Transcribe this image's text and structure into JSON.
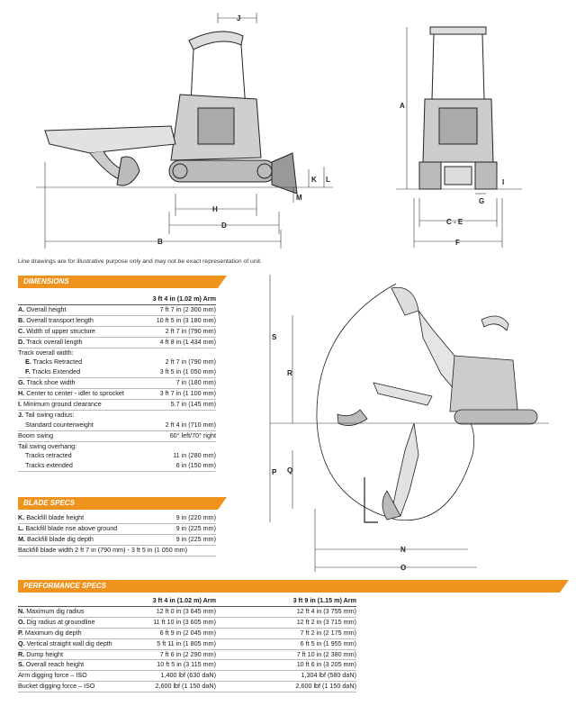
{
  "diagram_labels": {
    "side": [
      "J",
      "K",
      "L",
      "M",
      "H",
      "D",
      "B"
    ],
    "front": [
      "A",
      "I",
      "G",
      "C - E",
      "F"
    ],
    "reach": [
      "S",
      "R",
      "P",
      "Q",
      "N",
      "O"
    ]
  },
  "caption": "Line drawings are for illustrative purpose only and may not be exact representation of unit.",
  "dimensions": {
    "title": "DIMENSIONS",
    "column": "3 ft 4 in (1.02 m) Arm",
    "rows": [
      {
        "key": "A.",
        "label": "Overall height",
        "value": "7 ft 7 in (2 300 mm)"
      },
      {
        "key": "B.",
        "label": "Overall transport length",
        "value": "10 ft 5 in (3 180 mm)"
      },
      {
        "key": "C.",
        "label": "Width of upper structure",
        "value": "2 ft 7 in (790 mm)"
      },
      {
        "key": "D.",
        "label": "Track overall length",
        "value": "4 ft 8 in (1 434 mm)"
      },
      {
        "key": "",
        "label": "Track overall width:",
        "value": "",
        "plain": true
      },
      {
        "key": "E.",
        "label": "Tracks Retracted",
        "value": "2 ft 7 in (790 mm)",
        "indent": true,
        "plain": true
      },
      {
        "key": "F.",
        "label": "Tracks Extended",
        "value": "3 ft 5 in (1 050 mm)",
        "indent": true
      },
      {
        "key": "G.",
        "label": "Track shoe width",
        "value": "7 in (180 mm)"
      },
      {
        "key": "H.",
        "label": "Center to center - idler to sprocket",
        "value": "3 ft 7 in (1 100 mm)"
      },
      {
        "key": "I.",
        "label": "Minimum ground clearance",
        "value": "5.7 in (145 mm)"
      },
      {
        "key": "J.",
        "label": "Tail swing radius:",
        "value": "",
        "plain": true
      },
      {
        "key": "",
        "label": "Standard counterweight",
        "value": "2 ft 4 in (710 mm)",
        "indent": true
      },
      {
        "key": "",
        "label": "Boom swing",
        "value": "60° left/70° right"
      },
      {
        "key": "",
        "label": "Tail swing overhang:",
        "value": "",
        "plain": true
      },
      {
        "key": "",
        "label": "Tracks retracted",
        "value": "11 in (280 mm)",
        "indent": true,
        "plain": true
      },
      {
        "key": "",
        "label": "Tracks extended",
        "value": "6 in (150 mm)",
        "indent": true
      }
    ]
  },
  "blade": {
    "title": "BLADE SPECS",
    "rows": [
      {
        "key": "K.",
        "label": "Backfill blade height",
        "value": "9 in (220 mm)"
      },
      {
        "key": "L.",
        "label": "Backfill blade rise above ground",
        "value": "9 in (225 mm)"
      },
      {
        "key": "M.",
        "label": "Backfill blade dig depth",
        "value": "9 in (225 mm)"
      },
      {
        "key": "",
        "label": "Backfill blade width   2 ft 7 in (790 mm) - 3 ft 5 in (1 050 mm)",
        "value": ""
      }
    ]
  },
  "performance": {
    "title": "PERFORMANCE SPECS",
    "col1": "3 ft 4 in (1.02 m) Arm",
    "col2": "3 ft 9 in (1.15 m) Arm",
    "rows": [
      {
        "key": "N.",
        "label": "Maximum dig radius",
        "v1": "12 ft 0 in (3 645 mm)",
        "v2": "12 ft 4 in (3 755 mm)"
      },
      {
        "key": "O.",
        "label": "Dig radius at groundline",
        "v1": "11 ft 10 in (3 605 mm)",
        "v2": "12 ft 2 in (3 715 mm)"
      },
      {
        "key": "P.",
        "label": "Maximum dig depth",
        "v1": "6 ft 9 in (2 045 mm)",
        "v2": "7 ft 2 in (2 175 mm)"
      },
      {
        "key": "Q.",
        "label": "Vertical straight wall dig depth",
        "v1": "5 ft 11 in (1 805 mm)",
        "v2": "6 ft 5 in (1 955 mm)"
      },
      {
        "key": "R.",
        "label": "Dump height",
        "v1": "7 ft 6 in (2 290 mm)",
        "v2": "7 ft 10 in (2 380 mm)"
      },
      {
        "key": "S.",
        "label": "Overall reach height",
        "v1": "10 ft 5 in (3 115 mm)",
        "v2": "10 ft 6 in (3 205 mm)"
      },
      {
        "key": "",
        "label": "Arm digging force – ISO",
        "v1": "1,400 lbf (630 daN)",
        "v2": "1,304 lbf (580 daN)"
      },
      {
        "key": "",
        "label": "Bucket digging force – ISO",
        "v1": "2,600 lbf (1 150 daN)",
        "v2": "2,600 lbf (1 150 daN)"
      }
    ]
  }
}
